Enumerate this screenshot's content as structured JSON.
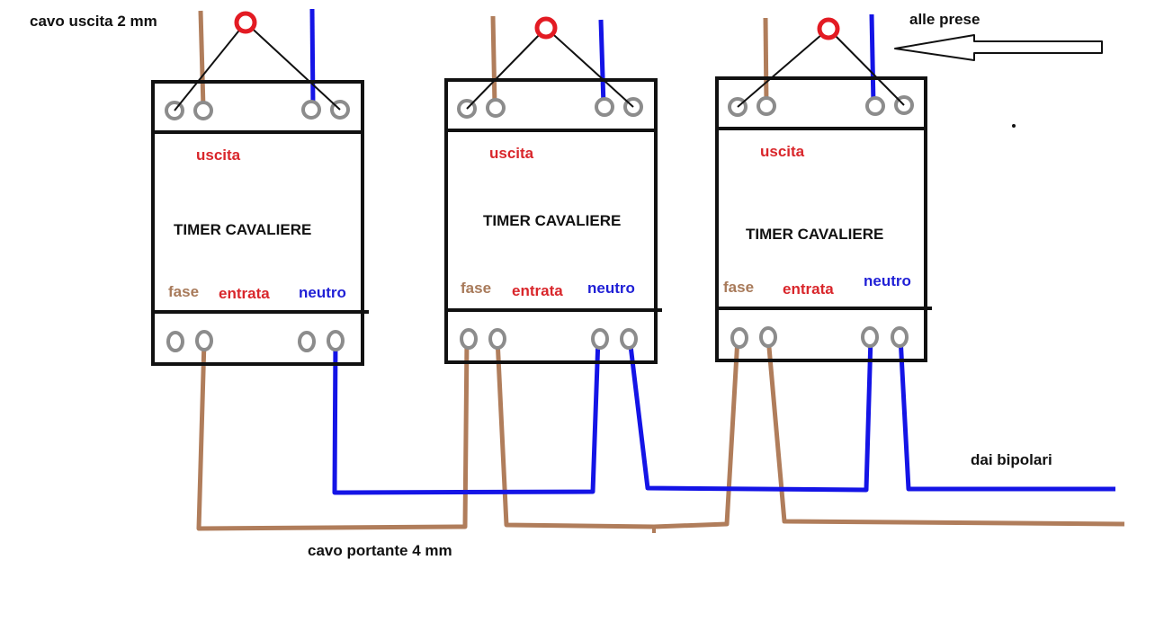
{
  "labels": {
    "top_left": "cavo uscita 2 mm",
    "top_right": "alle prese",
    "right_side": "dai bipolari",
    "bottom": "cavo portante 4 mm"
  },
  "timers": [
    {
      "title": "TIMER CAVALIERE",
      "output": "uscita",
      "phase": "fase",
      "input": "entrata",
      "neutral": "neutro"
    },
    {
      "title": "TIMER CAVALIERE",
      "output": "uscita",
      "phase": "fase",
      "input": "entrata",
      "neutral": "neutro"
    },
    {
      "title": "TIMER CAVALIERE",
      "output": "uscita",
      "phase": "fase",
      "input": "entrata",
      "neutral": "neutro"
    }
  ],
  "colors": {
    "phase_wire": "#b07d5b",
    "neutral_wire": "#1414e6",
    "terminal": "#8c8c8c",
    "bulb": "#e31b23",
    "label_red": "#d9262b",
    "label_blue": "#1f1fd6",
    "label_tan": "#a87a5a",
    "outline": "#111111"
  },
  "icons": {
    "load": "bulb-icon",
    "direction": "arrow-left-icon"
  }
}
